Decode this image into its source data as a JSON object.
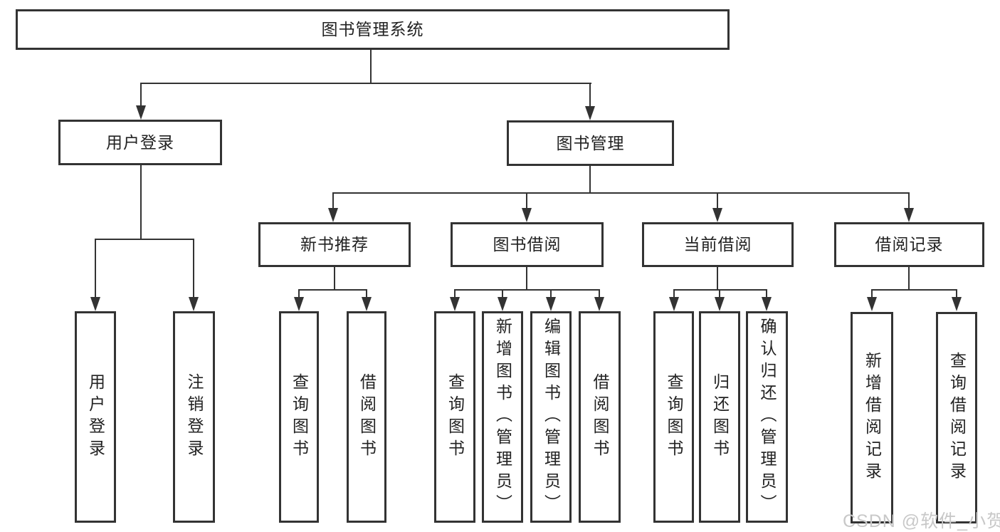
{
  "nodes": {
    "root": "图书管理系统",
    "user_login": "用户登录",
    "book_management": "图书管理",
    "new_book_recommend": "新书推荐",
    "book_borrow": "图书借阅",
    "current_borrow": "当前借阅",
    "borrow_records": "借阅记录",
    "leaf_user_login": "用户登录",
    "leaf_logout": "注销登录",
    "rec_query_books": "查询图书",
    "rec_borrow_books": "借阅图书",
    "bb_query_books": "查询图书",
    "bb_add_books": "新增图书（管理员）",
    "bb_edit_books": "编辑图书（管理员）",
    "bb_borrow_books": "借阅图书",
    "cb_query_books": "查询图书",
    "cb_return_books": "归还图书",
    "cb_confirm_return": "确认归还（管理员）",
    "br_add_record": "新增借阅记录",
    "br_query_record": "查询借阅记录"
  },
  "watermark": {
    "text": "CSDN @软件_小贺同学"
  },
  "colors": {
    "line": "#333333",
    "text": "#222222",
    "background": "#ffffff",
    "watermark": "#c8c8c8"
  }
}
